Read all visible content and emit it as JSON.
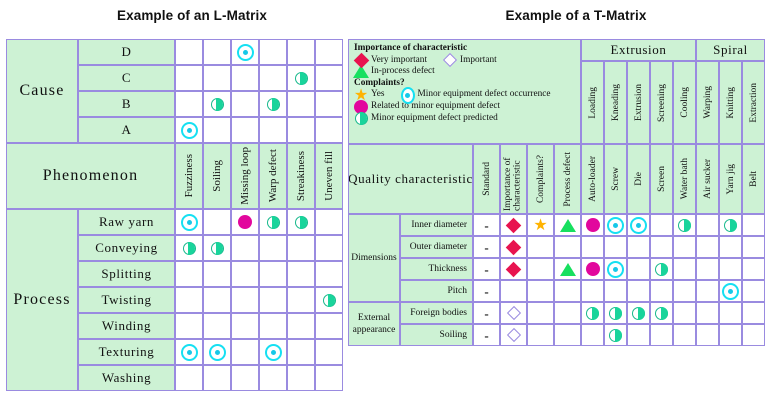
{
  "titles": {
    "left": "Example of an L-Matrix",
    "right": "Example of a T-Matrix"
  },
  "symbols": {
    "dot_circle": "minor-equipment-defect-occurrence",
    "half_circle": "minor-equipment-defect-predicted",
    "magenta_circle": "related-to-minor-equipment-defect",
    "red_diamond": "very-important",
    "open_diamond": "important",
    "green_triangle": "in-process-defect",
    "star": "complaint-yes",
    "dash": "-"
  },
  "colors": {
    "panel_green": "#cdf2d4",
    "grid_purple": "#9a8be0",
    "cyan": "#16e0f2",
    "teal": "#19d49b",
    "magenta": "#e2079d",
    "red": "#e8134f",
    "green": "#17e05f",
    "gold": "#ffb300"
  },
  "l_matrix": {
    "cause_label": "Cause",
    "phenomenon_label": "Phenomenon",
    "process_label": "Process",
    "cause_rows": [
      "D",
      "C",
      "B",
      "A"
    ],
    "phenomenon_columns": [
      "Fuzziness",
      "Soiling",
      "Missing loop",
      "Warp defect",
      "Streakiness",
      "Uneven fill"
    ],
    "process_rows": [
      "Raw yarn",
      "Conveying",
      "Splitting",
      "Twisting",
      "Winding",
      "Texturing",
      "Washing"
    ],
    "cause_cells": [
      {
        "row": "D",
        "col": 2,
        "symbol": "dot_circle"
      },
      {
        "row": "C",
        "col": 4,
        "symbol": "half_circle"
      },
      {
        "row": "B",
        "col": 1,
        "symbol": "half_circle"
      },
      {
        "row": "B",
        "col": 3,
        "symbol": "half_circle"
      },
      {
        "row": "A",
        "col": 0,
        "symbol": "dot_circle"
      }
    ],
    "process_cells": [
      {
        "row": "Raw yarn",
        "col": 0,
        "symbol": "dot_circle"
      },
      {
        "row": "Raw yarn",
        "col": 2,
        "symbol": "magenta_circle"
      },
      {
        "row": "Raw yarn",
        "col": 3,
        "symbol": "half_circle"
      },
      {
        "row": "Raw yarn",
        "col": 4,
        "symbol": "half_circle"
      },
      {
        "row": "Conveying",
        "col": 0,
        "symbol": "half_circle"
      },
      {
        "row": "Conveying",
        "col": 1,
        "symbol": "half_circle"
      },
      {
        "row": "Twisting",
        "col": 5,
        "symbol": "half_circle"
      },
      {
        "row": "Texturing",
        "col": 0,
        "symbol": "dot_circle"
      },
      {
        "row": "Texturing",
        "col": 1,
        "symbol": "dot_circle"
      },
      {
        "row": "Texturing",
        "col": 3,
        "symbol": "dot_circle"
      }
    ]
  },
  "t_matrix": {
    "legend": {
      "line1": "Importance of characteristic",
      "very_important": "Very important",
      "important": "Important",
      "in_process_defect": "In-process defect",
      "complaints": "Complaints?",
      "yes": "Yes",
      "minor_occurrence": "Minor equipment defect occurrence",
      "related": "Related to minor equipment defect",
      "predicted": "Minor equipment defect predicted"
    },
    "quality_characteristic_label": "Quality characteristic",
    "attribute_columns": [
      "Standard",
      "Importance of characteristic",
      "Complaints?",
      "Process  defect"
    ],
    "process_groups": [
      {
        "name": "Extrusion",
        "span": 5
      },
      {
        "name": "Spiral",
        "span": 3
      }
    ],
    "process_columns": [
      "Loading",
      "Kneading",
      "Extrusion",
      "Screening",
      "Cooling",
      "Warping",
      "Knitting",
      "Extraction"
    ],
    "equipment_columns": [
      "Auto-loader",
      "Screw",
      "Die",
      "Screen",
      "Water bath",
      "Air sucker",
      "Yarn jig",
      "Belt"
    ],
    "row_groups": [
      {
        "name": "Dimensions",
        "rows": [
          "Inner diameter",
          "Outer diameter",
          "Thickness",
          "Pitch"
        ]
      },
      {
        "name": "External appearance",
        "rows": [
          "Foreign bodies",
          "Soiling"
        ]
      }
    ],
    "cells": [
      {
        "row": "Inner diameter",
        "col": "Standard",
        "symbol": "dash"
      },
      {
        "row": "Inner diameter",
        "col": "Importance of characteristic",
        "symbol": "red_diamond"
      },
      {
        "row": "Inner diameter",
        "col": "Complaints?",
        "symbol": "star"
      },
      {
        "row": "Inner diameter",
        "col": "Process  defect",
        "symbol": "green_triangle"
      },
      {
        "row": "Inner diameter",
        "col": "Loading",
        "symbol": "magenta_circle"
      },
      {
        "row": "Inner diameter",
        "col": "Kneading",
        "symbol": "dot_circle"
      },
      {
        "row": "Inner diameter",
        "col": "Extrusion",
        "symbol": "dot_circle"
      },
      {
        "row": "Inner diameter",
        "col": "Cooling",
        "symbol": "half_circle"
      },
      {
        "row": "Inner diameter",
        "col": "Knitting",
        "symbol": "half_circle"
      },
      {
        "row": "Outer diameter",
        "col": "Standard",
        "symbol": "dash"
      },
      {
        "row": "Outer diameter",
        "col": "Importance of characteristic",
        "symbol": "red_diamond"
      },
      {
        "row": "Thickness",
        "col": "Standard",
        "symbol": "dash"
      },
      {
        "row": "Thickness",
        "col": "Importance of characteristic",
        "symbol": "red_diamond"
      },
      {
        "row": "Thickness",
        "col": "Process  defect",
        "symbol": "green_triangle"
      },
      {
        "row": "Thickness",
        "col": "Loading",
        "symbol": "magenta_circle"
      },
      {
        "row": "Thickness",
        "col": "Kneading",
        "symbol": "dot_circle"
      },
      {
        "row": "Thickness",
        "col": "Screening",
        "symbol": "half_circle"
      },
      {
        "row": "Pitch",
        "col": "Standard",
        "symbol": "dash"
      },
      {
        "row": "Pitch",
        "col": "Knitting",
        "symbol": "dot_circle"
      },
      {
        "row": "Foreign bodies",
        "col": "Standard",
        "symbol": "dash"
      },
      {
        "row": "Foreign bodies",
        "col": "Importance of characteristic",
        "symbol": "open_diamond"
      },
      {
        "row": "Foreign bodies",
        "col": "Loading",
        "symbol": "half_circle"
      },
      {
        "row": "Foreign bodies",
        "col": "Kneading",
        "symbol": "half_circle"
      },
      {
        "row": "Foreign bodies",
        "col": "Extrusion",
        "symbol": "half_circle"
      },
      {
        "row": "Foreign bodies",
        "col": "Screening",
        "symbol": "half_circle"
      },
      {
        "row": "Soiling",
        "col": "Standard",
        "symbol": "dash"
      },
      {
        "row": "Soiling",
        "col": "Importance of characteristic",
        "symbol": "open_diamond"
      },
      {
        "row": "Soiling",
        "col": "Kneading",
        "symbol": "half_circle"
      }
    ]
  }
}
